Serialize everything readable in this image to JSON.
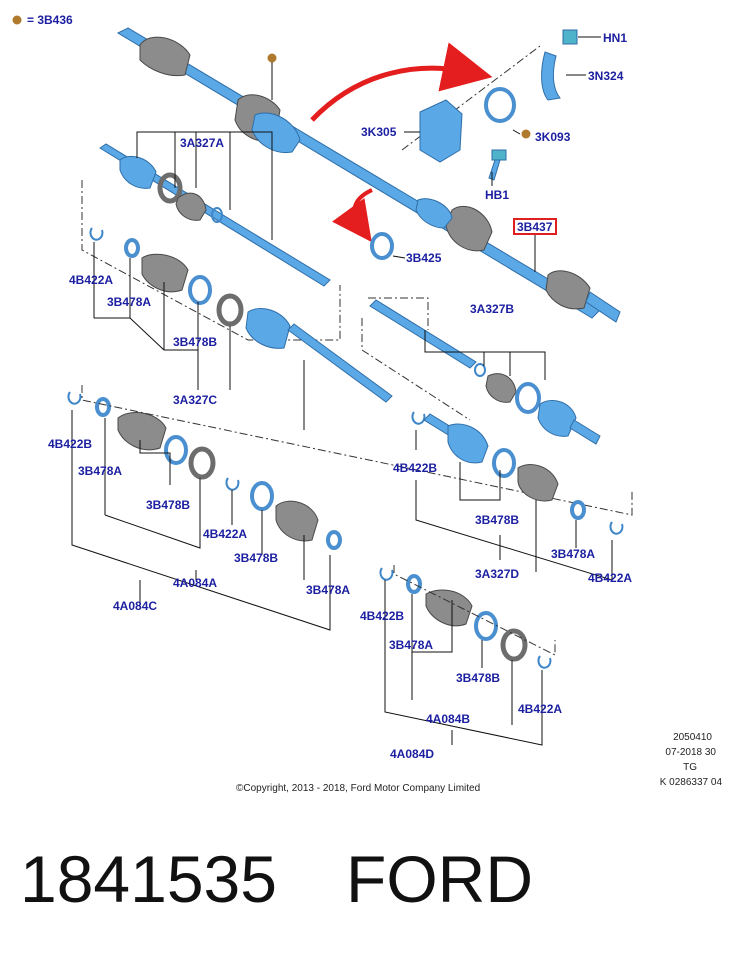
{
  "legend": {
    "symbol_color": "#b07a2e",
    "text": "= 3B436"
  },
  "labels": {
    "hn1": "HN1",
    "n3n324": "3N324",
    "k3k305": "3K305",
    "k3k093": "3K093",
    "hb1": "HB1",
    "a3a327a": "3A327A",
    "b3b437": "3B437",
    "b3b425": "3B425",
    "b4b422a_1": "4B422A",
    "b3b478a_1": "3B478A",
    "b3b478b_1": "3B478B",
    "a3a327c": "3A327C",
    "a3a327b": "3A327B",
    "b4b422b_1": "4B422B",
    "b3b478a_2": "3B478A",
    "b3b478b_2": "3B478B",
    "b4b422a_2": "4B422A",
    "b3b478b_3": "3B478B",
    "a4a084a": "4A084A",
    "b3b478a_3": "3B478A",
    "a4a084c": "4A084C",
    "b4b422b_2": "4B422B",
    "b3b478b_4": "3B478B",
    "a3a327d": "3A327D",
    "b3b478a_4": "3B478A",
    "b4b422a_3": "4B422A",
    "b4b422b_3": "4B422B",
    "b3b478a_5": "3B478A",
    "b3b478b_5": "3B478B",
    "b4b422a_4": "4B422A",
    "a4a084b": "4A084B",
    "a4a084d": "4A084D"
  },
  "highlight_color": "#e02020",
  "info": {
    "line1": "2050410",
    "line2": "07-2018 30",
    "line3": "TG",
    "line4": "K 0286337 04"
  },
  "copyright": "©Copyright, 2013 - 2018, Ford Motor Company Limited",
  "part_number": "1841535",
  "brand": "FORD"
}
